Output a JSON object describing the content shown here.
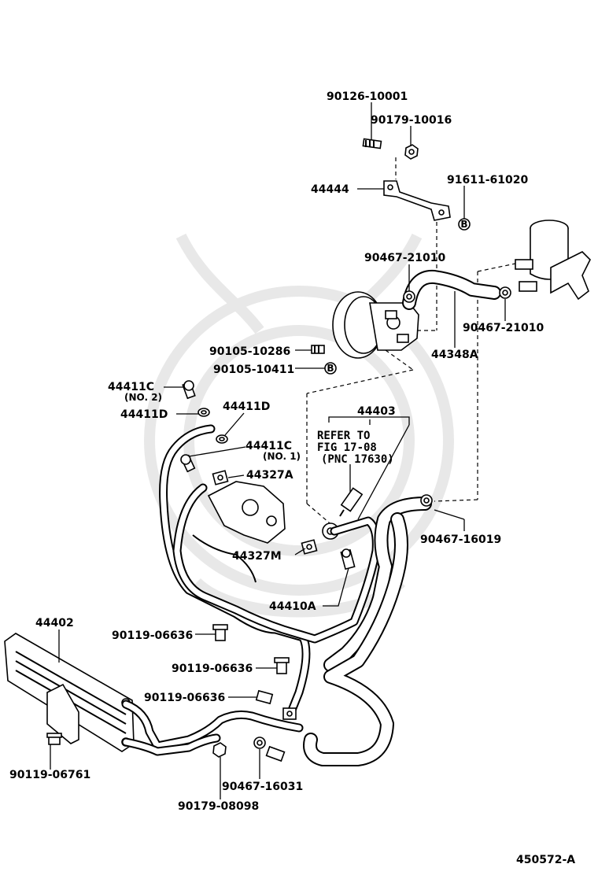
{
  "diagram": {
    "figure_id": "450572-A",
    "parts": {
      "p_90126_10001": "90126-10001",
      "p_90179_10016": "90179-10016",
      "p_44444": "44444",
      "p_91611_61020": "91611-61020",
      "p_90467_21010_a": "90467-21010",
      "p_90467_21010_b": "90467-21010",
      "p_90105_10286": "90105-10286",
      "p_90105_10411": "90105-10411",
      "p_44348A": "44348A",
      "p_44411C_no2": "44411C",
      "p_44411C_no2_sub": "(NO. 2)",
      "p_44411D_a": "44411D",
      "p_44411D_b": "44411D",
      "p_44411C_no1": "44411C",
      "p_44411C_no1_sub": "(NO. 1)",
      "p_44327A": "44327A",
      "p_44403": "44403",
      "refer_line1": "REFER TO",
      "refer_line2": "FIG 17-08",
      "refer_line3": "(PNC 17630)",
      "p_90467_16019": "90467-16019",
      "p_44327M": "44327M",
      "p_44410A": "44410A",
      "p_44402": "44402",
      "p_90119_06636_a": "90119-06636",
      "p_90119_06636_b": "90119-06636",
      "p_90119_06636_c": "90119-06636",
      "p_90119_06761": "90119-06761",
      "p_90467_16031": "90467-16031",
      "p_90179_08098": "90179-08098"
    },
    "markers": {
      "b_marker_1": "B",
      "b_marker_2": "B"
    }
  }
}
